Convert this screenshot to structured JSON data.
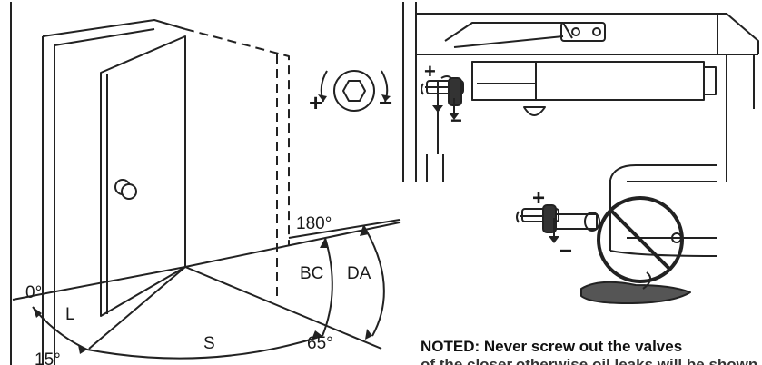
{
  "diagram": {
    "angle_labels": {
      "a0": "0°",
      "a15": "15°",
      "a65": "65°",
      "a180": "180°"
    },
    "segment_labels": {
      "L": "L",
      "S": "S",
      "BC": "BC",
      "DA": "DA"
    },
    "adjust_symbols": {
      "plus": "+",
      "minus": "−"
    },
    "note": {
      "line1": "NOTED: Never screw out the valves",
      "line2": "of the closer,otherwise oil leaks will be shown"
    }
  }
}
